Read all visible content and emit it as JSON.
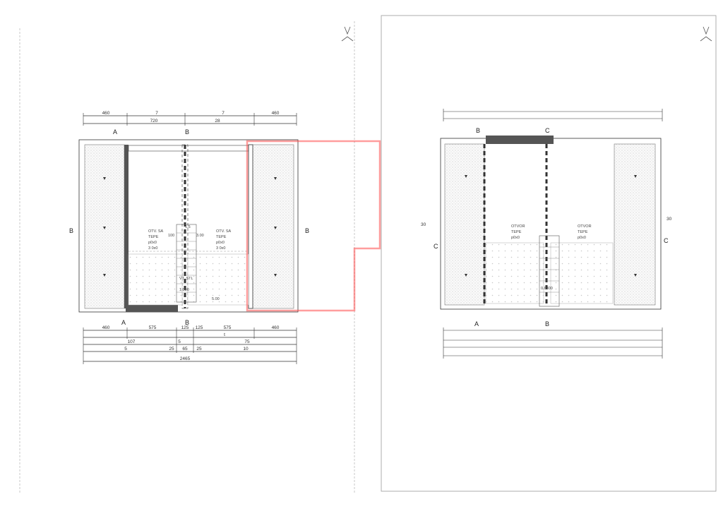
{
  "sheet_left": {
    "dims_top_row1": [
      "460",
      "7",
      "7",
      "460"
    ],
    "dims_top_row2": [
      "720",
      "28"
    ],
    "section_top": [
      "A",
      "B"
    ],
    "section_bottom": [
      "A",
      "B"
    ],
    "side_left": "B",
    "side_right": "B",
    "dims_bottom_row1": [
      "460",
      "575",
      "125",
      "125",
      "575",
      "460"
    ],
    "dims_bottom_row2": [
      "107",
      "5",
      "t",
      "75"
    ],
    "dims_bottom_row3": [
      "5",
      "25",
      "65",
      "25",
      "10"
    ],
    "overall_width": "2465",
    "room_left_label": [
      "OTV. SA",
      "TEPE",
      "p0x0",
      "3 0x0"
    ],
    "room_right_label": [
      "OTV. SA",
      "TEPE",
      "p0x0",
      "3 0x0"
    ],
    "center_labels": [
      "100",
      "1.5",
      "3.00",
      "VT. STL",
      "1.000",
      "5.00"
    ]
  },
  "sheet_right": {
    "section_top": [
      "B",
      "C"
    ],
    "section_bottom": [
      "A",
      "B"
    ],
    "side_left": "C",
    "side_right": "C",
    "dim_left": "30",
    "dim_right": "30",
    "room_left_label": [
      "OTVOR",
      "TEPE",
      "p0x0"
    ],
    "room_right_label": [
      "OTVOR",
      "TEPE",
      "p0x0"
    ],
    "center_labels": [
      "0.8800"
    ]
  },
  "watermark": "",
  "colors": {
    "line": "#333333",
    "wall": "#555555",
    "hatch": "#d8d8d8",
    "highlight": "#ff4d4d"
  }
}
